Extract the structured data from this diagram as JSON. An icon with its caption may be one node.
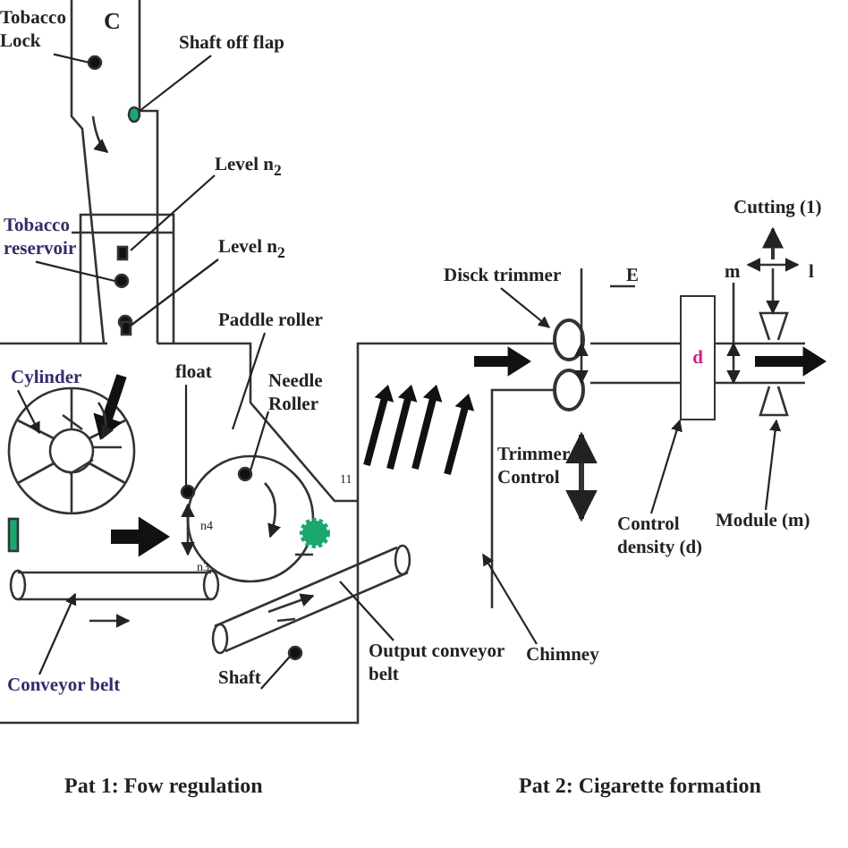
{
  "diagram": {
    "nodes": [
      {
        "text": [
          "Tobacco Lock"
        ]
      },
      {
        "text": [
          "Shaft off flap"
        ]
      },
      {
        "text": [
          "Level n$_{2}$"
        ]
      },
      {
        "text": [
          "Tobacco reservoir"
        ]
      },
      {
        "text": [
          "Level n$_{2}$"
        ]
      },
      {
        "text": [
          "Paddle roller"
        ]
      },
      {
        "text": [
          "Cylinder"
        ]
      },
      {
        "text": [
          "float"
        ]
      },
      {
        "text": [
          "Needle Roller"
        ]
      },
      {
        "text": [
          "Conveyor belt"
        ]
      },
      {
        "text": [
          "Shaft"
        ]
      },
      {
        "text": [
          "Output conveyor belt"
        ]
      },
      {
        "text": [
          "Chimney"
        ]
      },
      {
        "text": [
          "Disck trimmer"
        ]
      },
      {
        "text": [
          "Control density (d)"
        ]
      },
      {
        "text": [
          "Module (m)"
        ]
      },
      {
        "text": [
          "d"
        ]
      }
    ],
    "edges": [
      {
        "from": 0,
        "to": null,
        "arrow": "none"
      },
      {
        "from": 1,
        "to": null,
        "arrow": "none"
      },
      {
        "from": 2,
        "to": null,
        "arrow": "none"
      },
      {
        "from": 3,
        "to": null,
        "arrow": "none"
      },
      {
        "from": 4,
        "to": null,
        "arrow": "none"
      },
      {
        "from": 5,
        "to": null,
        "arrow": "none"
      },
      {
        "from": 6,
        "to": null,
        "arrow": "to"
      },
      {
        "from": 7,
        "to": null,
        "arrow": "none"
      },
      {
        "from": 8,
        "to": null,
        "arrow": "none"
      },
      {
        "from": 9,
        "to": null,
        "arrow": "to"
      },
      {
        "from": 10,
        "to": null,
        "arrow": "none"
      },
      {
        "from": 11,
        "to": null,
        "arrow": "none"
      },
      {
        "from": 12,
        "to": null,
        "arrow": "to"
      },
      {
        "from": 13,
        "to": null,
        "arrow": "to"
      },
      {
        "from": 14,
        "to": 16,
        "arrow": "to"
      },
      {
        "from": 15,
        "to": null,
        "arrow": "to"
      }
    ],
    "labels": [
      "C",
      "n4",
      "n3",
      "11",
      "Trimmer Control",
      "E",
      "Cutting (1)",
      "m",
      "l",
      "Pat 1: Fow regulation",
      "Pat 2: Cigarette formation"
    ]
  }
}
